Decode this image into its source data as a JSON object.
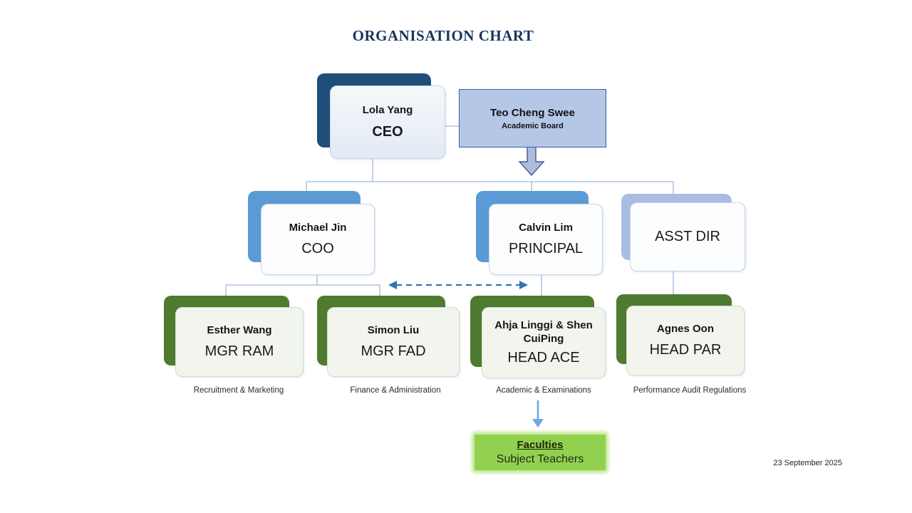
{
  "title": "ORGANISATION CHART",
  "footer": {
    "date": "23 September 2025"
  },
  "nodes": {
    "ceo": {
      "name": "Lola Yang",
      "role": "CEO"
    },
    "academic_board": {
      "name": "Teo Cheng Swee",
      "subtitle": "Academic Board"
    },
    "coo": {
      "name": "Michael Jin",
      "role": "COO"
    },
    "principal": {
      "name": "Calvin Lim",
      "role": "PRINCIPAL"
    },
    "asst_dir": {
      "role": "ASST DIR"
    },
    "mgr_ram": {
      "name": "Esther Wang",
      "role": "MGR RAM",
      "caption": "Recruitment & Marketing"
    },
    "mgr_fad": {
      "name": "Simon Liu",
      "role": "MGR FAD",
      "caption": "Finance & Administration"
    },
    "head_ace": {
      "name": "Ahja Linggi & Shen CuiPing",
      "role": "HEAD ACE",
      "caption": "Academic & Examinations"
    },
    "head_par": {
      "name": "Agnes Oon",
      "role": "HEAD PAR",
      "caption": "Performance Audit Regulations"
    },
    "faculties": {
      "title": "Faculties",
      "subtitle": "Subject Teachers"
    }
  },
  "colors": {
    "title_text": "#17365D",
    "level1_shadow": "#1F4E79",
    "level2_shadow": "#5B9BD5",
    "asst_dir_shadow": "#A9BDE4",
    "level3_shadow": "#4E7B30",
    "board_fill": "#B4C7E7",
    "faculties_fill": "#92D050",
    "connector_line": "#9DB6DC",
    "dashed_arrow": "#2E74B5",
    "block_arrow_fill": "#ABBCDF"
  }
}
